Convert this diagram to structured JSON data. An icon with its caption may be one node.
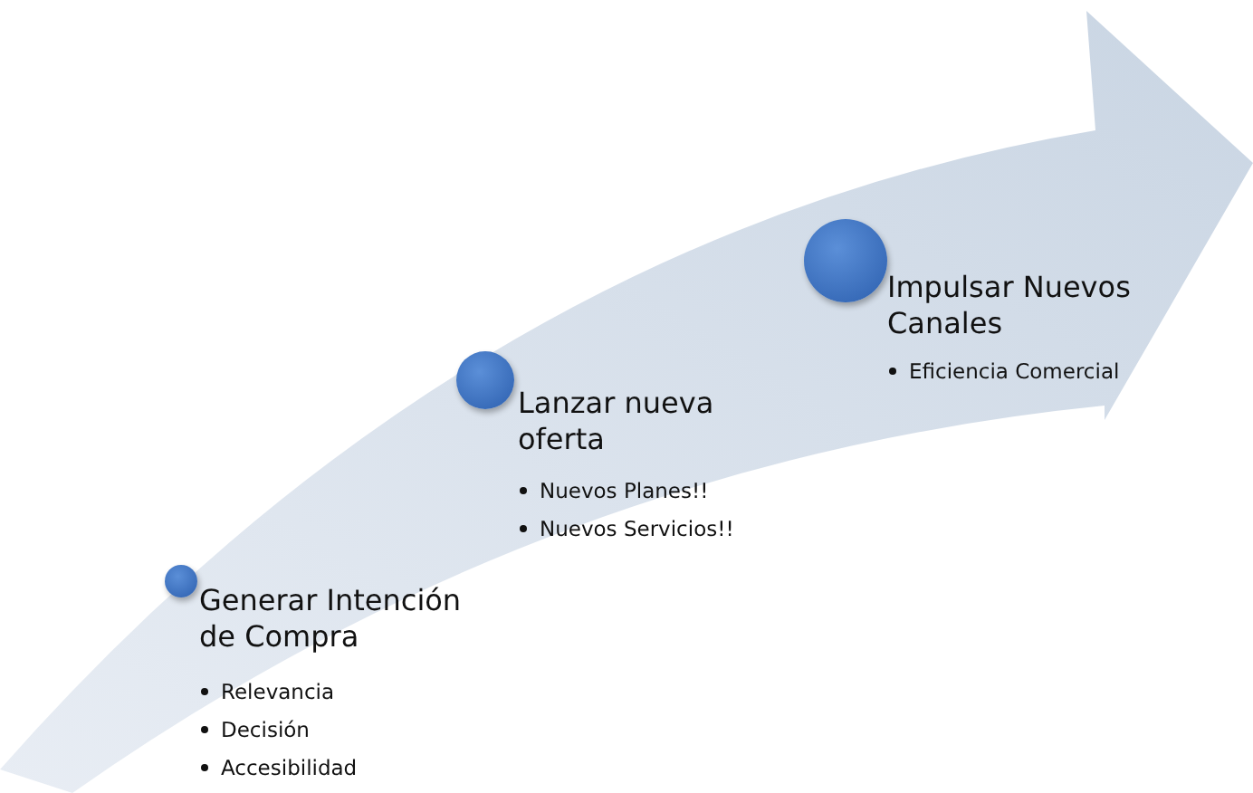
{
  "diagram": {
    "nodes": [
      {
        "text": [
          "Generar Intención de Compra",
          "Relevancia",
          "Decisión",
          "Accesibilidad"
        ]
      },
      {
        "text": [
          "Lanzar nueva oferta",
          "Nuevos Planes!!",
          "Nuevos Servicios!!"
        ]
      },
      {
        "text": [
          "Impulsar Nuevos Canales",
          "Eficiencia Comercial"
        ]
      }
    ],
    "edges": []
  }
}
